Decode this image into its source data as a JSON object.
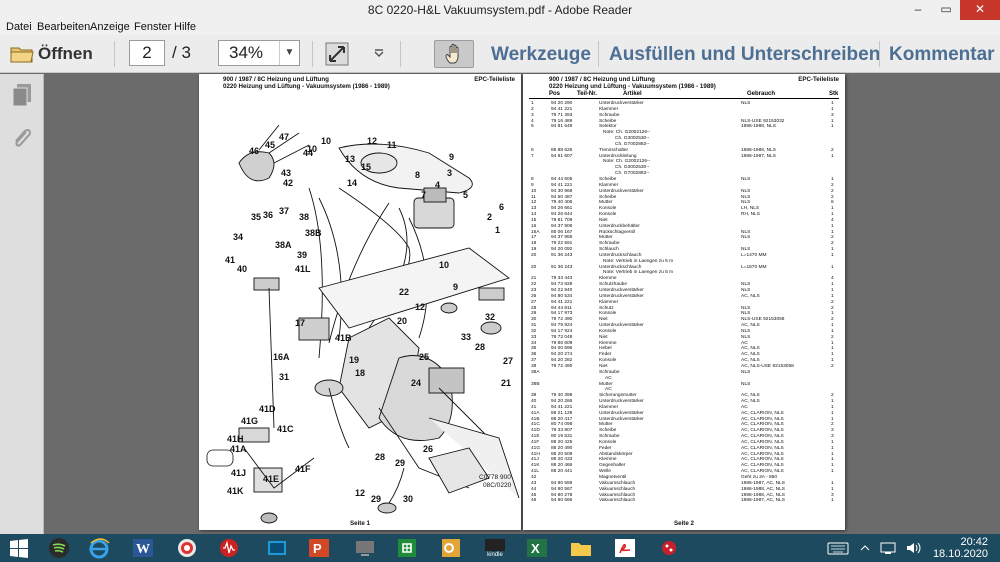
{
  "window": {
    "title": "8C 0220-H&L Vakuumsystem.pdf - Adobe Reader",
    "minimize": "–",
    "maximize": "▭",
    "close": "✕"
  },
  "menu": [
    "Datei",
    "Bearbeiten",
    "Anzeige",
    "Fenster",
    "Hilfe"
  ],
  "toolbar": {
    "open_label": "Öffnen",
    "page_current": "2",
    "page_total": "/ 3",
    "zoom": "34%",
    "tools_label": "Werkzeuge",
    "fill_sign_label": "Ausfüllen und Unterschreiben",
    "comment_label": "Kommentar"
  },
  "page1": {
    "header1": "900 / 1987 / 8C Heizung und Lüftung",
    "header2": "0220 Heizung und Lüftung - Vakuumsystem   (1986 - 1989)",
    "header_right": "EPC-Teileliste",
    "fig_code1": "C0778 900",
    "fig_code2": "08C/0220",
    "footer": "Seite 1",
    "callouts": [
      "47",
      "45",
      "46",
      "44",
      "43",
      "42",
      "10",
      "12",
      "11",
      "15",
      "13",
      "14",
      "9",
      "8",
      "7",
      "3",
      "4",
      "5",
      "6",
      "2",
      "1",
      "36",
      "37",
      "35",
      "38",
      "38B",
      "34",
      "38A",
      "39",
      "41",
      "40",
      "41L",
      "10",
      "9",
      "22",
      "12",
      "20",
      "19",
      "18",
      "32",
      "33",
      "28",
      "27",
      "17",
      "16A",
      "41D",
      "41A",
      "41G",
      "41C",
      "41H",
      "41J",
      "41E",
      "41F",
      "41K",
      "41B",
      "21",
      "31",
      "24",
      "25",
      "26",
      "28",
      "29",
      "12",
      "29",
      "30",
      "10",
      "11",
      "27"
    ]
  },
  "page2": {
    "header1": "900 / 1987 / 8C Heizung und Lüftung",
    "header2": "0220 Heizung und Lüftung - Vakuumsystem   (1986 - 1989)",
    "header_right": "EPC-Teileliste",
    "columns": [
      "Pos",
      "Teil-Nr.",
      "Artikel",
      "Gebrauch",
      "Stk"
    ],
    "rows": [
      [
        "1",
        "94 20 290",
        "Unterdruckverstärker",
        "NLS",
        "1"
      ],
      [
        "2",
        "94 41 221",
        "Klammer",
        "",
        "1"
      ],
      [
        "3",
        "79 71 393",
        "Schraube",
        "",
        "3"
      ],
      [
        "4",
        "79 16 489",
        "Scheibe",
        "NLS-USE 92153032",
        "1"
      ],
      [
        "5",
        "94 81 649",
        "Selektor",
        "1986-1988, NLS",
        "1"
      ],
      [
        "",
        "",
        "Note: Ch. G2002126--",
        "",
        ""
      ],
      [
        "",
        "",
        "Ch. G3002530--",
        "",
        ""
      ],
      [
        "",
        "",
        "Ch. G7002883--",
        "",
        ""
      ],
      [
        "6",
        "85 88 626",
        "Trennschalter",
        "1986-1988, NLS",
        "2"
      ],
      [
        "7",
        "94 81 607",
        "Unterdruckleitung",
        "1986-1987, NLS",
        "1"
      ],
      [
        "",
        "",
        "Note: Ch. G2002126--",
        "",
        ""
      ],
      [
        "",
        "",
        "Ch. G3002530--",
        "",
        ""
      ],
      [
        "",
        "",
        "Ch. G7002883--",
        "",
        ""
      ],
      [
        "8",
        "94 44 605",
        "Scheibe",
        "NLS",
        "1"
      ],
      [
        "9",
        "94 41 221",
        "Klammer",
        "",
        "2"
      ],
      [
        "10",
        "94 30 968",
        "Unterdruckverstärker",
        "NLS",
        "2"
      ],
      [
        "11",
        "94 50 487",
        "Scheibe",
        "NLS",
        "2"
      ],
      [
        "12",
        "79 40 406",
        "Mutter",
        "NLS",
        "6"
      ],
      [
        "13",
        "94 26 661",
        "Konsole",
        "LH, NLS",
        "1"
      ],
      [
        "14",
        "94 26 644",
        "Konsole",
        "RH, NLS",
        "1"
      ],
      [
        "15",
        "79 81 709",
        "Niet",
        "",
        "4"
      ],
      [
        "16",
        "94 37 906",
        "Unterdruckbehälter",
        "",
        "1"
      ],
      [
        "16A",
        "85 06 167",
        "Rückschlagventil",
        "NLS",
        "1"
      ],
      [
        "17",
        "94 37 955",
        "Mutter",
        "NLS",
        "2"
      ],
      [
        "18",
        "79 22 591",
        "Schraube",
        "",
        "2"
      ],
      [
        "19",
        "94 20 092",
        "Schlauch",
        "NLS",
        "1"
      ],
      [
        "20",
        "91 36 243",
        "Unterdruckschlauch",
        "L=1470 MM",
        "1"
      ],
      [
        "",
        "",
        "Note: Vertrieb in Laengen zu 5 m",
        "",
        ""
      ],
      [
        "20",
        "91 36 243",
        "Unterdruckschlauch",
        "L=1670 MM",
        "1"
      ],
      [
        "",
        "",
        "Note: Vertrieb in Laengen zu 5 m",
        "",
        ""
      ],
      [
        "21",
        "79 33 443",
        "Klemme",
        "",
        "4"
      ],
      [
        "22",
        "94 73 828",
        "Schutzhaube",
        "NLS",
        "1"
      ],
      [
        "23",
        "94 22 940",
        "Unterdruckverstärker",
        "NLS",
        "1"
      ],
      [
        "26",
        "94 80 534",
        "Unterdruckverstärker",
        "AC, NLS",
        "1"
      ],
      [
        "27",
        "94 41 221",
        "Klammer",
        "",
        "2"
      ],
      [
        "28",
        "94 44 811",
        "Schutz",
        "NLS",
        "2"
      ],
      [
        "29",
        "94 17 973",
        "Konsole",
        "NLS",
        "1"
      ],
      [
        "30",
        "79 72 490",
        "Niet",
        "NLS-USE 92153058",
        "2"
      ],
      [
        "31",
        "94 79 924",
        "Unterdruckverstärker",
        "AC, NLS",
        "1"
      ],
      [
        "32",
        "94 17 924",
        "Konsole",
        "NLS",
        "1"
      ],
      [
        "33",
        "79 72 048",
        "Niet",
        "NLS",
        "2"
      ],
      [
        "34",
        "79 86 609",
        "Klemme",
        "AC",
        "1"
      ],
      [
        "35",
        "94 00 696",
        "Hebel",
        "AC, NLS",
        "1"
      ],
      [
        "36",
        "94 20 274",
        "Feder",
        "AC, NLS",
        "1"
      ],
      [
        "37",
        "94 20 282",
        "Konsole",
        "AC, NLS",
        "1"
      ],
      [
        "38",
        "79 72 490",
        "Niet",
        "AC, NLS-USE 92153058",
        "2"
      ],
      [
        "38A",
        "",
        "Schraube",
        "NLS",
        ""
      ],
      [
        "",
        "",
        "AC",
        "",
        ""
      ],
      [
        "38B",
        "",
        "Mutter",
        "NLS",
        ""
      ],
      [
        "",
        "",
        "AC",
        "",
        ""
      ],
      [
        "39",
        "79 40 398",
        "Sicherungsmutter",
        "AC, NLS",
        "2"
      ],
      [
        "40",
        "94 20 266",
        "Unterdruckverstärker",
        "AC, NLS",
        "1"
      ],
      [
        "41",
        "94 41 221",
        "Klammer",
        "AC",
        "1"
      ],
      [
        "41A",
        "88 21 128",
        "Unterdruckverstärker",
        "AC, CLARION, NLS",
        "1"
      ],
      [
        "41B",
        "88 20 417",
        "Unterdruckverstärker",
        "AC, CLARION, NLS",
        "1"
      ],
      [
        "41C",
        "80 74 098",
        "Mutter",
        "AC, CLARION, NLS",
        "2"
      ],
      [
        "41D",
        "79 33 807",
        "Scheibe",
        "AC, CLARION, NLS",
        "3"
      ],
      [
        "41E",
        "80 19 531",
        "Schraube",
        "AC, CLARION, NLS",
        "3"
      ],
      [
        "41F",
        "88 20 425",
        "Konsole",
        "AC, CLARION, NLS",
        "1"
      ],
      [
        "41G",
        "88 20 490",
        "Feder",
        "AC, CLARION, NLS",
        "1"
      ],
      [
        "41H",
        "88 20 508",
        "Abstandskörper",
        "AC, CLARION, NLS",
        "1"
      ],
      [
        "41J",
        "88 20 433",
        "Klemme",
        "AC, CLARION, NLS",
        "1"
      ],
      [
        "41K",
        "88 20 466",
        "Gegenhalter",
        "AC, CLARION, NLS",
        "1"
      ],
      [
        "41L",
        "88 20 441",
        "Welle",
        "AC, CLARION, NLS",
        "1"
      ],
      [
        "42",
        "",
        "Magnetventil",
        "Geht zu 3A - 850",
        ""
      ],
      [
        "43",
        "94 80 559",
        "Vakuumschlauch",
        "1986-1987, AC, NLS",
        "1"
      ],
      [
        "44",
        "94 80 567",
        "Vakuumschlauch",
        "1986-1988, AC, NLS",
        "1"
      ],
      [
        "45",
        "94 80 278",
        "Vakuumschlauch",
        "1986-1988, AC, NLS",
        "3"
      ],
      [
        "46",
        "94 80 666",
        "Vakuumschlauch",
        "1986-1987, AC, NLS",
        "1"
      ]
    ],
    "footer": "Seite 2"
  },
  "taskbar": {
    "apps": [
      "start-icon",
      "spotify-icon",
      "ie-icon",
      "word-icon",
      "chrome-like-icon",
      "audio-icon",
      "video-icon",
      "powerpoint-icon",
      "screen-icon",
      "excel-green-icon",
      "outlook-icon",
      "kindle-icon",
      "excel-icon",
      "folder-icon",
      "acrobat-icon",
      "virus-icon"
    ],
    "kindle_label": "kindle",
    "time": "20:42",
    "date": "18.10.2020"
  }
}
